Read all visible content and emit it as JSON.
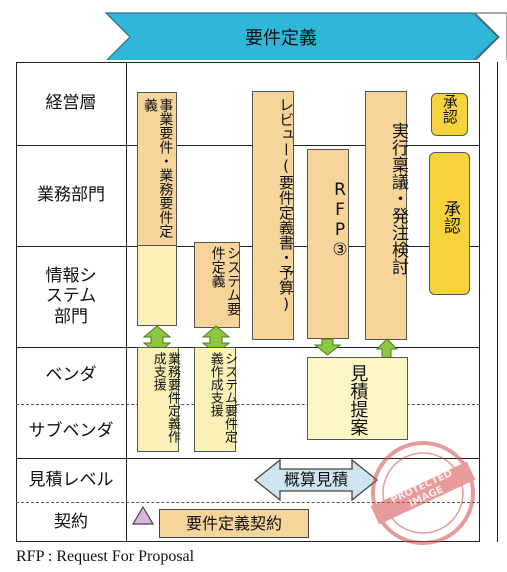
{
  "header": {
    "phase_title": "要件定義"
  },
  "rows": {
    "management": "経営層",
    "business": "業務部門",
    "it_line1": "情報シ",
    "it_line2": "ステム",
    "it_line3": "部門",
    "vendor": "ベンダ",
    "subvendor": "サブベンダ",
    "estimate_level": "見積レベル",
    "contract": "契約"
  },
  "columns": {
    "business_requirements": "事業要件・業務要件定義",
    "system_requirements": "システム要件定義",
    "review": "レビュー(要件定義書・予算)",
    "rfp": "RFP③",
    "proposal": "実行稟議・発注検討",
    "approval_top": "承認",
    "approval_main": "承認",
    "vendor_support_business": "業務要件定義作成支援",
    "vendor_support_system": "システム要件定義作成支援",
    "quote_proposal": "見積提案"
  },
  "estimate": {
    "label": "概算見積"
  },
  "contract": {
    "label": "要件定義契約"
  },
  "footnote": "RFP : Request For Proposal",
  "watermark": "PROTECTED IMAGE",
  "colors": {
    "chevron": "#2fb6d8",
    "peach": "#f6d59b",
    "cream": "#fbf0b8",
    "approval": "#f6d33c",
    "arrow_green": "#8dc63f",
    "estimate_arrow": "#cfe4f1",
    "contract_triangle": "#d7b7dc"
  }
}
